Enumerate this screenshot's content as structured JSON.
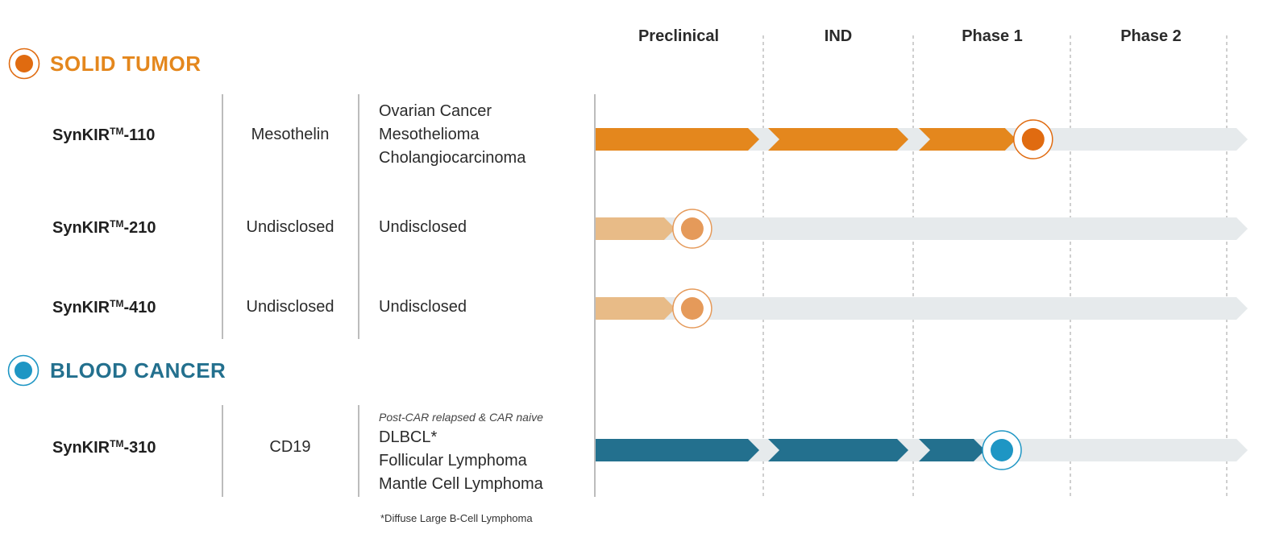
{
  "stages": [
    "Preclinical",
    "IND",
    "Phase 1",
    "Phase 2"
  ],
  "colors": {
    "solid": "#e4871d",
    "solid_dot": "#e06b10",
    "solid_light": "#e8bb87",
    "solid_light_dot": "#e59a5a",
    "blood": "#23708e",
    "blood_dot": "#1e96c4",
    "track": "#e6eaec",
    "grid": "#b5b5b5"
  },
  "sections": [
    {
      "title": "SOLID TUMOR",
      "color": "#e4871d",
      "icon": "orange-target-icon",
      "programs": [
        {
          "name": "SynKIR",
          "tm": "TM",
          "code": "-110",
          "target": "Mesothelin",
          "indications": [
            "Ovarian Cancer",
            "Mesothelioma",
            "Cholangiocarcinoma"
          ],
          "note": "",
          "progress_stage": 2.7,
          "shade": "dark"
        },
        {
          "name": "SynKIR",
          "tm": "TM",
          "code": "-210",
          "target": "Undisclosed",
          "indications": [
            "Undisclosed"
          ],
          "note": "",
          "progress_stage": 0.52,
          "shade": "light"
        },
        {
          "name": "SynKIR",
          "tm": "TM",
          "code": "-410",
          "target": "Undisclosed",
          "indications": [
            "Undisclosed"
          ],
          "note": "",
          "progress_stage": 0.52,
          "shade": "light"
        }
      ]
    },
    {
      "title": "BLOOD CANCER",
      "color": "#23708e",
      "icon": "blue-target-icon",
      "programs": [
        {
          "name": "SynKIR",
          "tm": "TM",
          "code": "-310",
          "target": "CD19",
          "indications": [
            "DLBCL*",
            "Follicular Lymphoma",
            "Mantle Cell Lymphoma"
          ],
          "note": "Post-CAR relapsed & CAR naive",
          "progress_stage": 2.5,
          "shade": "blood"
        }
      ]
    }
  ],
  "footnote": "*Diffuse Large B-Cell Lymphoma"
}
